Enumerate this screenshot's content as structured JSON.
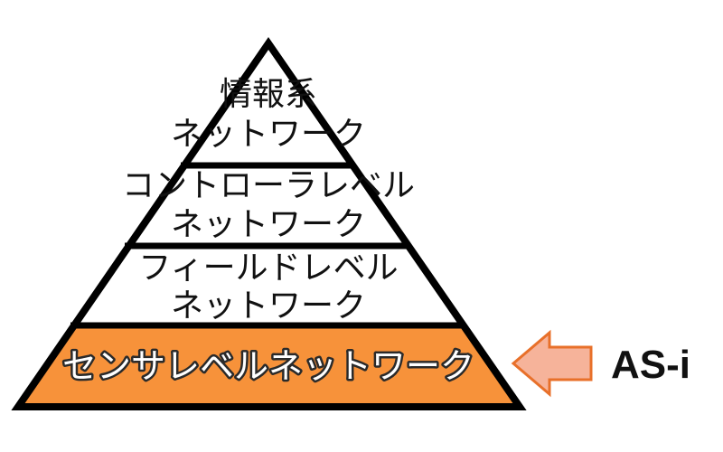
{
  "diagram": {
    "levels": [
      {
        "lines": [
          "情報系",
          "ネットワーク"
        ],
        "fill": "#ffffff",
        "highlight": false
      },
      {
        "lines": [
          "コントローラレベル",
          "ネットワーク"
        ],
        "fill": "#ffffff",
        "highlight": false
      },
      {
        "lines": [
          "フィールドレベル",
          "ネットワーク"
        ],
        "fill": "#ffffff",
        "highlight": false
      },
      {
        "lines": [
          "センサレベルネットワーク"
        ],
        "fill": "#f7923a",
        "highlight": true
      }
    ],
    "callout": {
      "label": "AS-i",
      "arrow_fill": "#f6b39a",
      "arrow_stroke": "#e8702a"
    },
    "outline_color": "#000000"
  }
}
